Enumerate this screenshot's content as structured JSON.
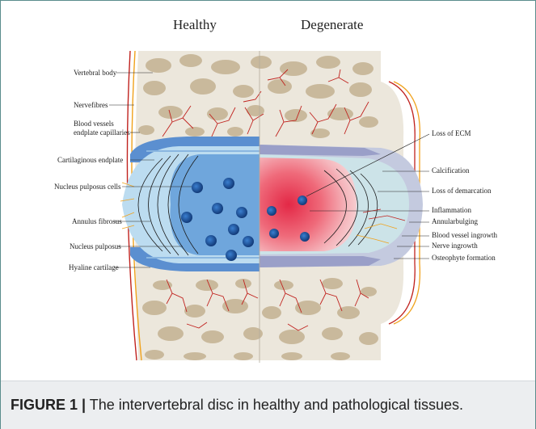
{
  "headers": {
    "healthy": "Healthy",
    "degenerate": "Degenerate"
  },
  "left_labels": {
    "vertebral_body": "Vertebral body",
    "nervefibres": "Nervefibres",
    "blood_vessels_1": "Blood vessels",
    "blood_vessels_2": "endplate capillaries",
    "cartilaginous_endplate": "Cartilaginous endplate",
    "nucleus_pulposus_cells": "Nucleus pulposus cells",
    "annulus_fibrosus": "Annulus fibrosus",
    "nucleus_pulposus": "Nucleus pulposus",
    "hyaline_cartilage": "Hyaline cartilage"
  },
  "right_labels": {
    "loss_of_ecm": "Loss of ECM",
    "calcification": "Calcification",
    "loss_of_demarcation": "Loss of demarcation",
    "inflammation": "Inflammation",
    "annular_bulging": "Annularbulging",
    "blood_vessel_ingrowth": "Blood vessel ingrowth",
    "nerve_ingrowth": "Nerve ingrowth",
    "osteophyte_formation": "Osteophyte formation"
  },
  "caption": {
    "lead": "FIGURE 1 |",
    "text": " The intervertebral disc in healthy and pathological tissues."
  },
  "colors": {
    "bone_bg": "#ece7dc",
    "bone_chunk": "#c9b99c",
    "vessel": "#c0221e",
    "nerve": "#f0a21c",
    "endplate_blue": "#5b8fd0",
    "annulus_light": "#bcdcf0",
    "nucleus_blue": "#6fa6dc",
    "cell_dark": "#1a3e7c",
    "inflammation_red": "#e8324a",
    "calcification": "#9a9fc8"
  }
}
